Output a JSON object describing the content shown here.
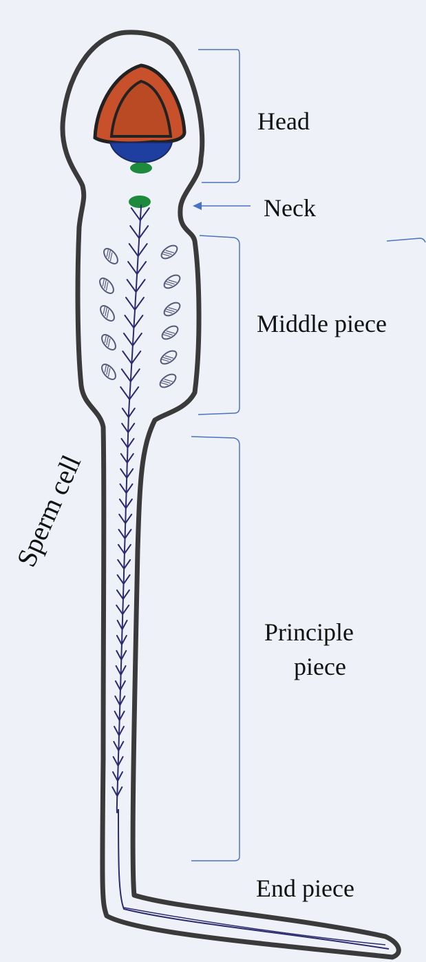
{
  "labels": {
    "head": "Head",
    "neck": "Neck",
    "middle_piece": "Middle piece",
    "principle_piece_line1": "Principle",
    "principle_piece_line2": "piece",
    "end_piece": "End piece",
    "cell_name": "Sperm cell"
  },
  "colors": {
    "background": "#eef2f8",
    "outline": "#3a3a3a",
    "acrosome": "#c8502a",
    "nucleus_base": "#1f3fa0",
    "centriole": "#1e8a3c",
    "axoneme": "#2a2a6e",
    "bracket": "#4a72c4",
    "mitochondria": "#555a78"
  }
}
